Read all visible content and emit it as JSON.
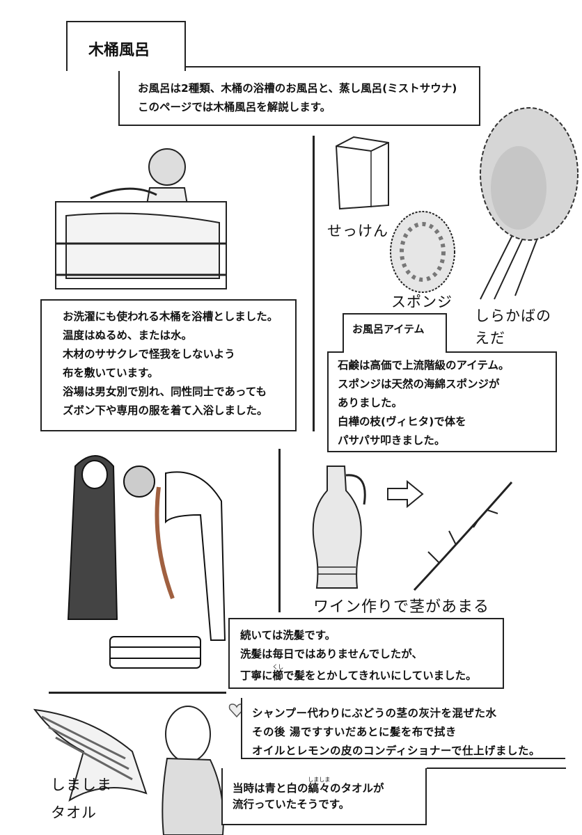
{
  "title": "木桶風呂",
  "intro": {
    "lines": [
      "お風呂は2種類、木桶の浴槽のお風呂と、蒸し風呂(ミストサウナ)",
      "このページでは木桶風呂を解説します。"
    ]
  },
  "tub_section": {
    "lines": [
      "お洗濯にも使われる木桶を浴槽としました。",
      "温度はぬるめ、または水。",
      "木材のササクレで怪我をしないよう",
      "布を敷いています。",
      "浴場は男女別で別れ、同性同士であっても",
      "ズボン下や専用の服を着て入浴しました。"
    ]
  },
  "items": {
    "soap_label": "せっけん",
    "sponge_label": "スポンジ",
    "birch_label_1": "しらかばの",
    "birch_label_2": "えだ",
    "box_title": "お風呂アイテム",
    "lines": [
      "石鹸は高価で上流階級のアイテム。",
      "スポンジは天然の海綿スポンジが",
      "ありました。",
      "白樺の枝(ヴィヒタ)で体を",
      "パサパサ叩きました。"
    ]
  },
  "wine": {
    "caption": "ワイン作りで茎があまる"
  },
  "hair": {
    "line1": "続いては洗髪です。",
    "line2": "洗髪は毎日ではありませんでしたが、",
    "line3_pre": "丁寧に",
    "line3_ruby_base": "櫛",
    "line3_ruby_text": "くし",
    "line3_post": "で髪をとかしてきれいにしていました。"
  },
  "shampoo": {
    "lines": [
      "シャンプー代わりにぶどうの茎の灰汁を混ぜた水",
      "その後 湯ですすいだあとに髪を布で拭き",
      "オイルとレモンの皮のコンディショナーで仕上げました。"
    ]
  },
  "towel": {
    "line1_pre": "当時は青と白の",
    "line1_ruby_base": "縞々",
    "line1_ruby_text": "しましま",
    "line1_post": "のタオルが",
    "line2": "流行っていたそうです。",
    "label_1": "しましま",
    "label_2": "タオル"
  }
}
